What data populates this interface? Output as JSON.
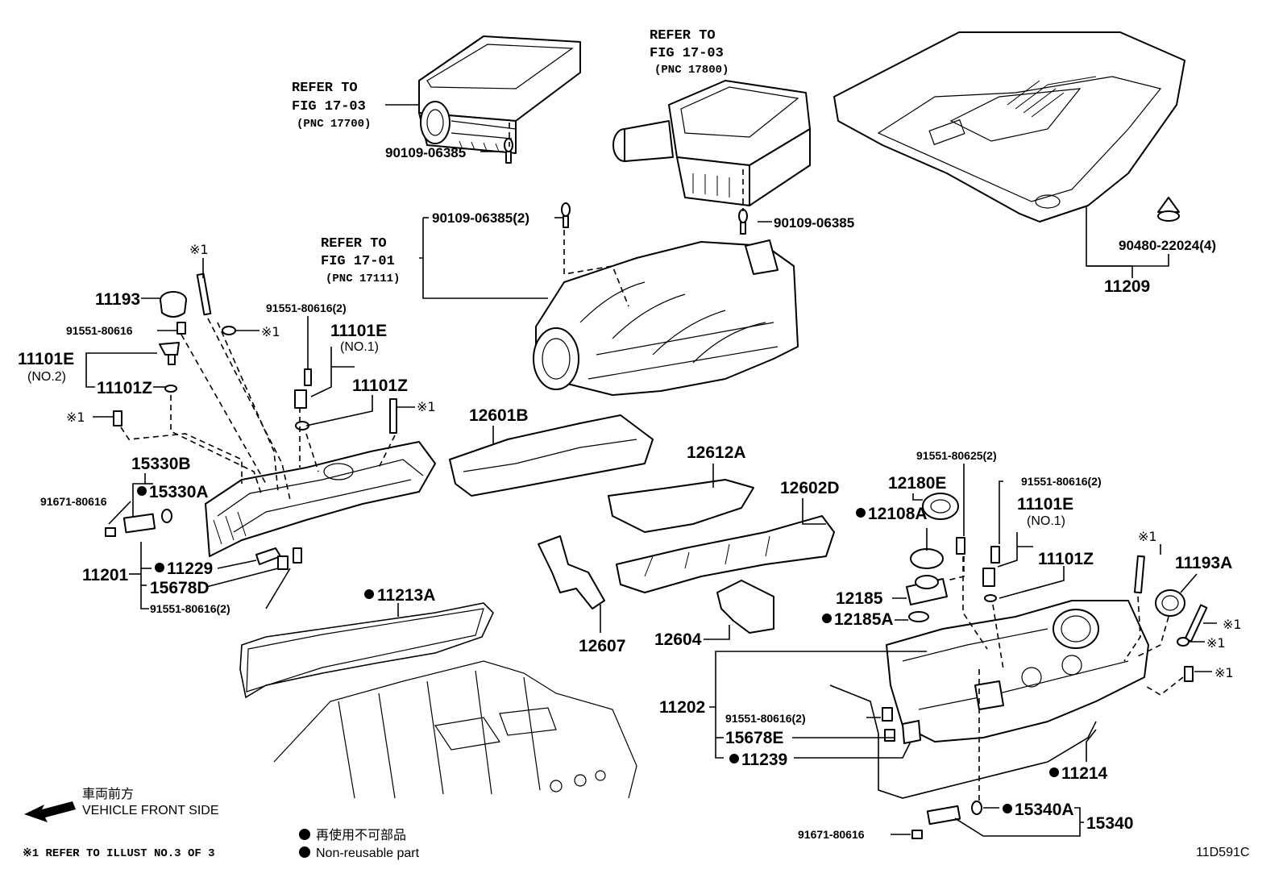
{
  "diagram_code": "11D591C",
  "refs": {
    "ref_17700": [
      "REFER TO",
      "FIG 17-03",
      "(PNC 17700)"
    ],
    "ref_17800": [
      "REFER TO",
      "FIG 17-03",
      "(PNC 17800)"
    ],
    "ref_17111": [
      "REFER TO",
      "FIG 17-01",
      "(PNC 17111)"
    ]
  },
  "parts": {
    "p_90109_06385_a": "90109-06385",
    "p_90109_06385_b": "90109-06385",
    "p_90109_06385_2": "90109-06385(2)",
    "p_90480_22024_4": "90480-22024(4)",
    "p_11209": "11209",
    "p_11193": "11193",
    "p_91551_80616_a": "91551-80616",
    "p_11101E_no2": "11101E",
    "p_no2": "(NO.2)",
    "p_11101Z_a": "11101Z",
    "p_x1_a": "※1",
    "p_x1_b": "※1",
    "p_x1_c": "※1",
    "p_91551_80616_2a": "91551-80616(2)",
    "p_11101E_no1a": "11101E",
    "p_no1a": "(NO.1)",
    "p_11101Z_b": "11101Z",
    "p_x1_d": "※1",
    "p_15330B": "15330B",
    "p_15330A": "15330A",
    "p_91671_80616_a": "91671-80616",
    "p_11201": "11201",
    "p_11229": "11229",
    "p_15678D": "15678D",
    "p_91551_80616_2b": "91551-80616(2)",
    "p_11213A": "11213A",
    "p_12601B": "12601B",
    "p_12612A": "12612A",
    "p_12602D": "12602D",
    "p_12607": "12607",
    "p_12604": "12604",
    "p_91551_80625_2": "91551-80625(2)",
    "p_12180E": "12180E",
    "p_12108A": "12108A",
    "p_12185": "12185",
    "p_12185A": "12185A",
    "p_91551_80616_2c": "91551-80616(2)",
    "p_11101E_no1b": "11101E",
    "p_no1b": "(NO.1)",
    "p_11101Z_c": "11101Z",
    "p_x1_e": "※1",
    "p_11193A": "11193A",
    "p_x1_f": "※1",
    "p_x1_g": "※1",
    "p_x1_h": "※1",
    "p_11202": "11202",
    "p_91551_80616_2d": "91551-80616(2)",
    "p_15678E": "15678E",
    "p_11239": "11239",
    "p_11214": "11214",
    "p_15340A": "15340A",
    "p_15340": "15340",
    "p_91671_80616_b": "91671-80616"
  },
  "legend": {
    "front_jp": "車両前方",
    "front_en": "VEHICLE FRONT SIDE",
    "nonreuse_jp": "再使用不可部品",
    "nonreuse_en": "Non-reusable part",
    "refer_note": "※1 REFER TO ILLUST NO.3 OF 3"
  }
}
